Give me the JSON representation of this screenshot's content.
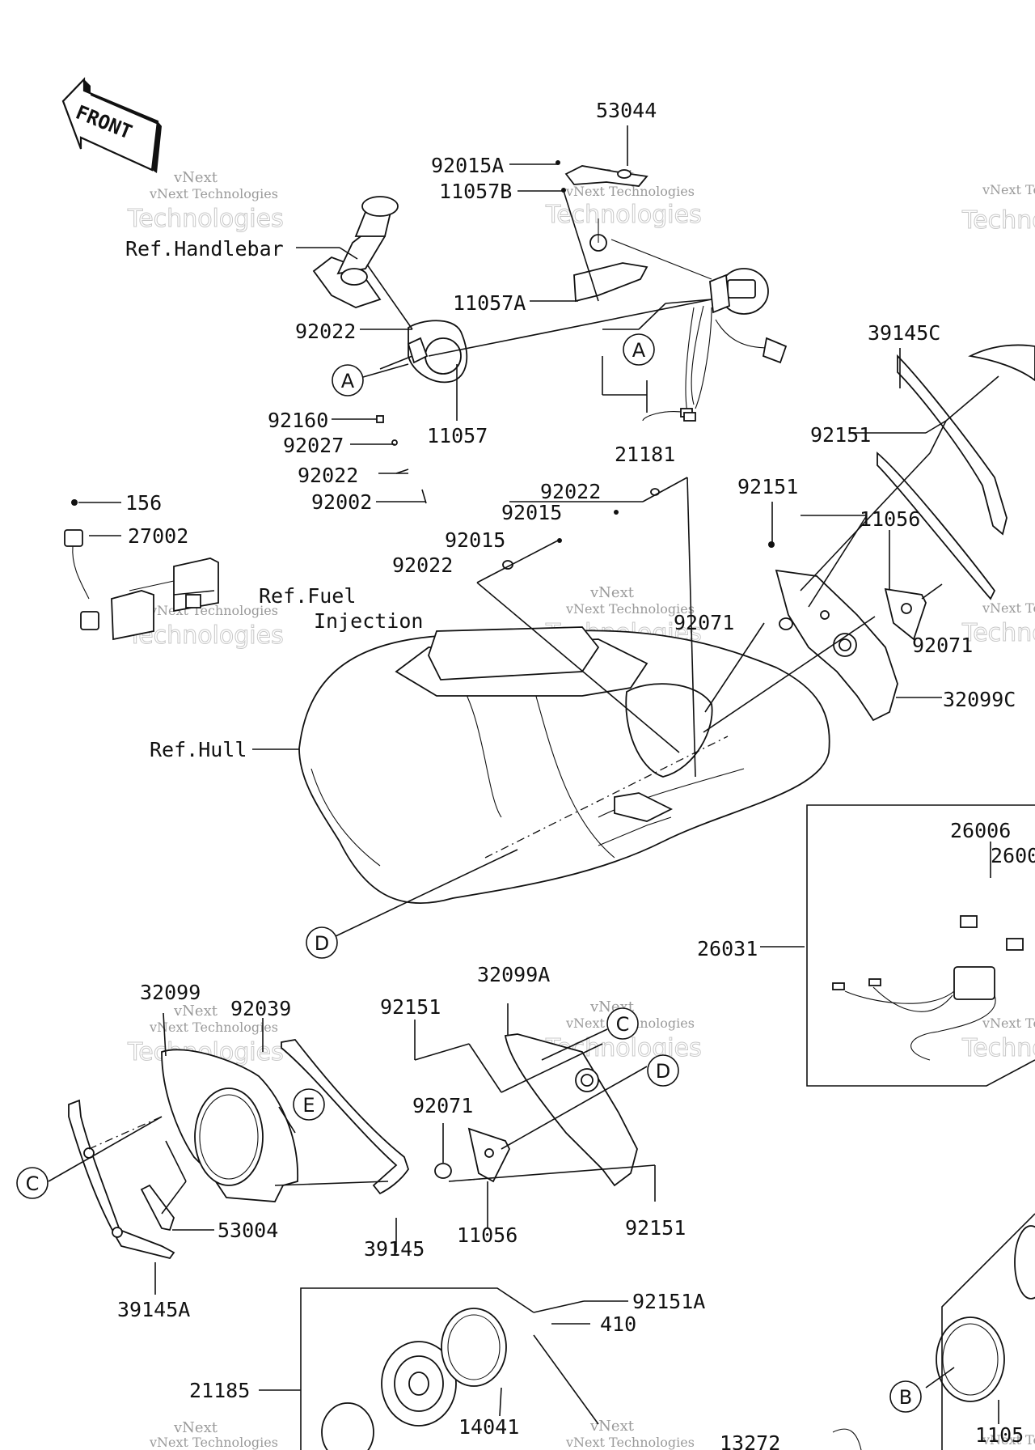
{
  "front_arrow": {
    "label": "FRONT"
  },
  "watermark": {
    "line1": "vNext",
    "line2": "vNext Technologies",
    "line3": "Technologies"
  },
  "part_labels": {
    "p53044": "53044",
    "p92015A": "92015A",
    "p11057B": "11057B",
    "ref_handlebar": "Ref.Handlebar",
    "p11057A": "11057A",
    "p92022_a": "92022",
    "p92160": "92160",
    "p11057": "11057",
    "p92027": "92027",
    "p92022_b": "92022",
    "p92002": "92002",
    "p21181": "21181",
    "p39145C": "39145C",
    "p92151_a": "92151",
    "p92151_b": "92151",
    "p11056_a": "11056",
    "p92071_a": "92071",
    "p92071_b": "92071",
    "p32099C": "32099C",
    "p92022_c": "92022",
    "p92015_a": "92015",
    "p92015_b": "92015",
    "p92022_d": "92022",
    "p156": "156",
    "p27002": "27002",
    "ref_fuel_1": "Ref.Fuel",
    "ref_fuel_2": "Injection",
    "ref_hull": "Ref.Hull",
    "p26006_a": "26006",
    "p26006_b": "2600",
    "p26031": "26031",
    "p32099": "32099",
    "p92039": "92039",
    "p32099A": "32099A",
    "p92151_c": "92151",
    "p92071_c": "92071",
    "p53004": "53004",
    "p39145": "39145",
    "p11056_b": "11056",
    "p92151_d": "92151",
    "p39145A": "39145A",
    "p92151A": "92151A",
    "p410": "410",
    "p21185": "21185",
    "p14041": "14041",
    "p13272": "13272",
    "p1105x": "1105"
  },
  "callouts": {
    "a": "A",
    "b": "B",
    "c": "C",
    "d": "D",
    "e": "E"
  }
}
